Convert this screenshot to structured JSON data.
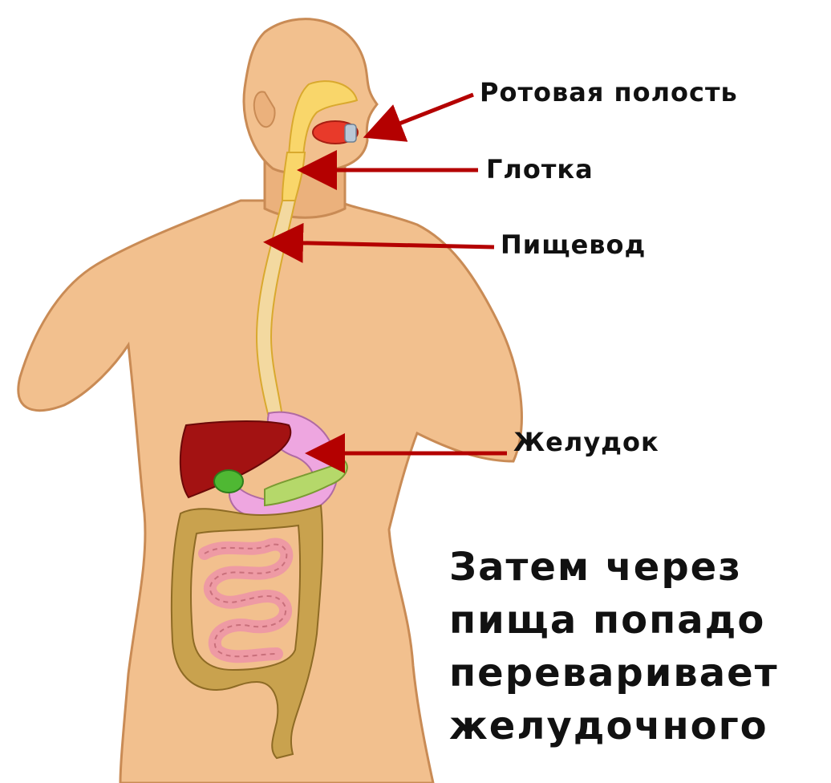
{
  "labels": {
    "mouth": "Ротовая полость",
    "pharynx": "Глотка",
    "esophagus": "Пищевод",
    "stomach": "Желудок"
  },
  "caption": {
    "line1": "Затем через",
    "line2": "пища попадо",
    "line3": "переваривает",
    "line4": "желудочного"
  },
  "colors": {
    "skin": "#F2C08E",
    "skin_outline": "#C98B55",
    "arrow": "#B40000",
    "digestive_tract": "#F9D66A",
    "esophagus": "#F3D9A0",
    "stomach": "#EEA6E0",
    "liver": "#A31212",
    "gallbladder": "#4FB833",
    "large_intestine": "#C9A24E",
    "small_intestine": "#EE9AA4",
    "mouth_tongue": "#E83A2A"
  }
}
